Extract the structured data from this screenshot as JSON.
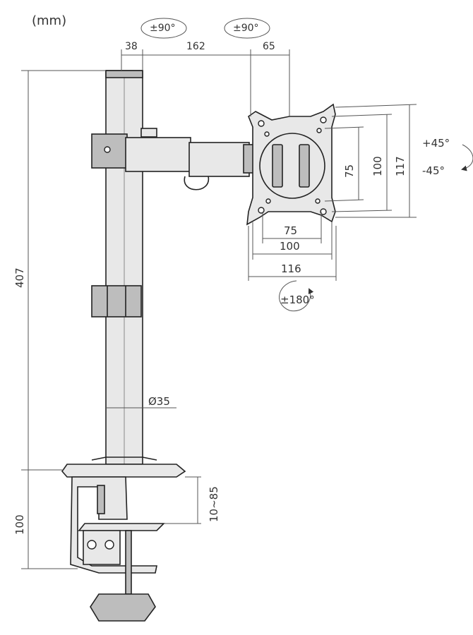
{
  "unit_label": "(mm)",
  "dimensions": {
    "pole_offset": "38",
    "arm_length": "162",
    "head_offset": "65",
    "total_height": "407",
    "clamp_height": "100",
    "desk_thickness": "10~85",
    "pole_diameter": "Ø35",
    "vesa_h_small": "75",
    "vesa_h_mid": "100",
    "vesa_h_large": "116",
    "vesa_v_small": "75",
    "vesa_v_mid": "100",
    "vesa_v_large": "117"
  },
  "rotations": {
    "arm_swivel": "±90°",
    "head_swivel": "±90°",
    "tilt_up": "+45°",
    "tilt_down": "-45°",
    "rotation": "±180°"
  }
}
